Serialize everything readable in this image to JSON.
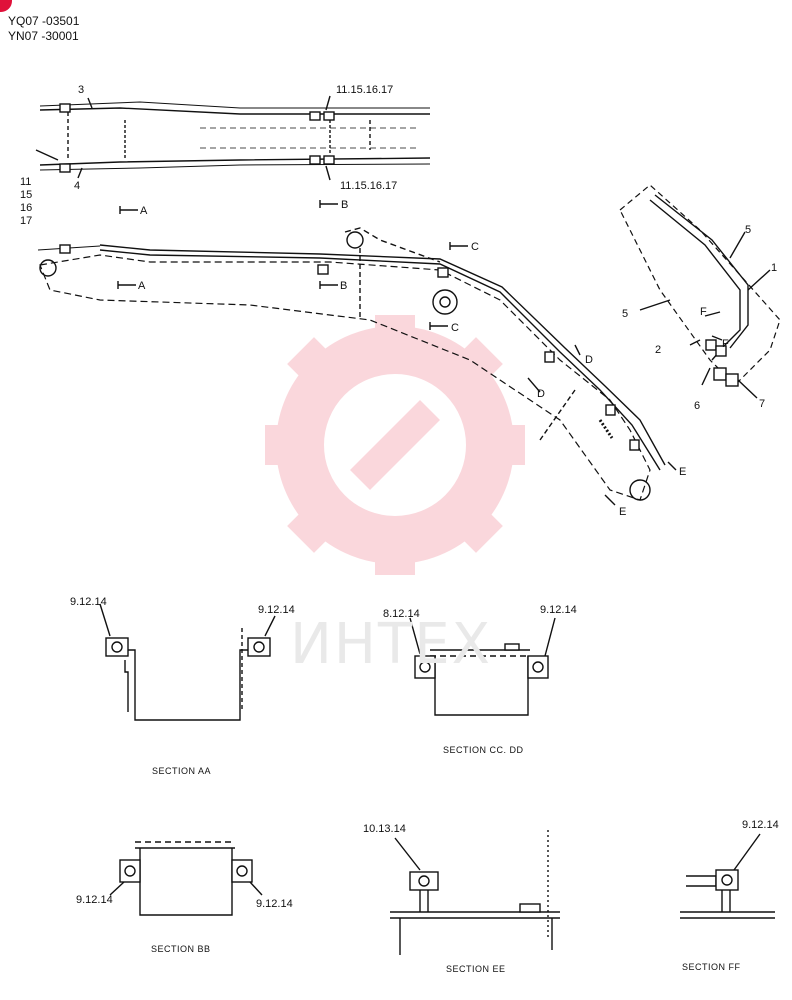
{
  "header": {
    "line1": "YQ07 -03501",
    "line2": "YN07 -30001"
  },
  "watermark": {
    "text": "ИНТЕХ",
    "color": "#f6c9cf"
  },
  "callouts": {
    "c3": "3",
    "c11_top": "11.15.16.17",
    "c11_left": "11",
    "c15": "15",
    "c16": "16",
    "c17": "17",
    "c4": "4",
    "c11_bot": "11.15.16.17",
    "a1": "A",
    "b1": "B",
    "a2": "A",
    "b2": "B",
    "c_top": "C",
    "c_mid": "C",
    "d1": "D",
    "d2": "D",
    "e1": "E",
    "e2": "E",
    "r5a": "5",
    "r5b": "5",
    "r1": "1",
    "r2": "2",
    "r6": "6",
    "r7": "7",
    "f1": "F",
    "f2": "F"
  },
  "sections": {
    "aa": {
      "caption": "SECTION AA",
      "left": "9.12.14",
      "right": "9.12.14"
    },
    "cc": {
      "caption": "SECTION CC. DD",
      "left": "8.12.14",
      "right": "9.12.14"
    },
    "bb": {
      "caption": "SECTION BB",
      "left": "9.12.14",
      "right": "9.12.14"
    },
    "ee": {
      "caption": "SECTION EE",
      "top": "10.13.14"
    },
    "ff": {
      "caption": "SECTION FF",
      "top": "9.12.14"
    }
  }
}
